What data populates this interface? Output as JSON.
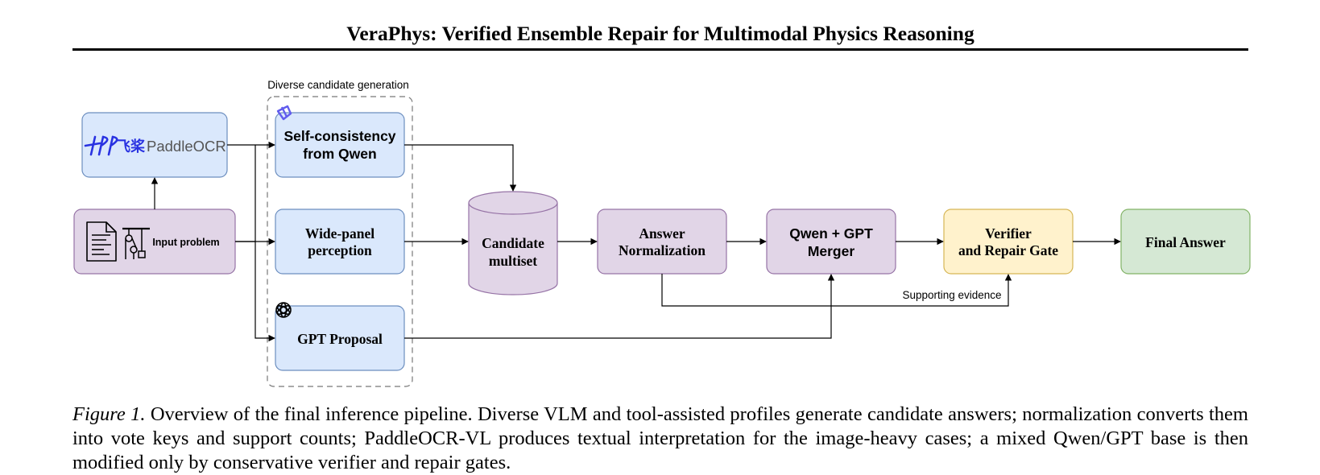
{
  "title": "VeraPhys: Verified Ensemble Repair for Multimodal Physics Reasoning",
  "diagram": {
    "group_label": "Diverse candidate generation",
    "nodes": {
      "paddleocr": {
        "logo_cn": "飞桨",
        "logo_text": "PaddleOCR",
        "color": "#dae8fc"
      },
      "input": {
        "label": "Input problem",
        "color": "#e1d5e7"
      },
      "self_consistency": {
        "line1": "Self-consistency",
        "line2": "from Qwen",
        "color": "#dae8fc"
      },
      "wide_panel": {
        "line1": "Wide-panel",
        "line2": "perception",
        "color": "#dae8fc"
      },
      "gpt_proposal": {
        "label": "GPT Proposal",
        "color": "#dae8fc"
      },
      "candidate": {
        "line1": "Candidate",
        "line2": "multiset",
        "color": "#e1d5e7"
      },
      "normalization": {
        "line1": "Answer",
        "line2": "Normalization",
        "color": "#e1d5e7"
      },
      "merger": {
        "line1": "Qwen + GPT",
        "line2": "Merger",
        "color": "#e1d5e7"
      },
      "verifier": {
        "line1": "Verifier",
        "line2": "and Repair Gate",
        "color": "#fff2cc"
      },
      "final": {
        "label": "Final Answer",
        "color": "#d5e8d4"
      }
    },
    "edge_labels": {
      "supporting_evidence": "Supporting evidence"
    }
  },
  "caption": {
    "figure_label": "Figure 1.",
    "text": " Overview of the final inference pipeline. Diverse VLM and tool-assisted profiles generate candidate answers; normalization converts them into vote keys and support counts; PaddleOCR-VL produces textual interpretation for the image-heavy cases; a mixed Qwen/GPT base is then modified only by conservative verifier and repair gates."
  }
}
